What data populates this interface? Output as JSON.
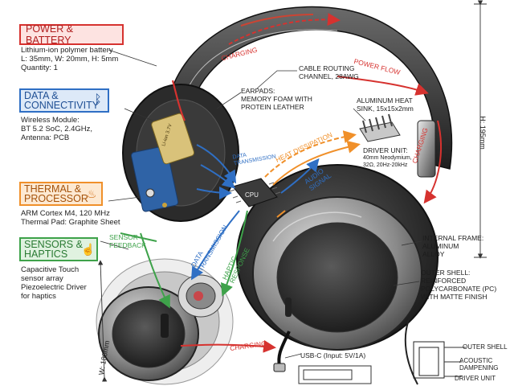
{
  "categories": {
    "power": {
      "title": "POWER & BATTERY",
      "lines": [
        "Lithium-ion polymer battery",
        "L: 35mm, W: 20mm, H: 5mm",
        "Quantity: 1"
      ],
      "color": "#d6322f"
    },
    "data": {
      "title_lines": [
        "DATA &",
        "CONNECTIVITY"
      ],
      "lines": [
        "Wireless Module:",
        "BT 5.2 SoC, 2.4GHz,",
        "Antenna: PCB"
      ],
      "color": "#2f6fc4"
    },
    "thermal": {
      "title_lines": [
        "THERMAL &",
        "PROCESSOR"
      ],
      "lines": [
        "ARM Cortex M4, 120 MHz",
        "Thermal Pad: Graphite Sheet"
      ],
      "color": "#f0902a"
    },
    "sensors": {
      "title_lines": [
        "SENSORS &",
        "HAPTICS"
      ],
      "lines": [
        "Capacitive Touch",
        "sensor array",
        "Piezoelectric Driver",
        "for haptics"
      ],
      "color": "#3ea24a"
    }
  },
  "callouts": {
    "cable_routing": [
      "CABLE ROUTING",
      "CHANNEL, 28AWG"
    ],
    "earpads": [
      "EARPADS:",
      "MEMORY FOAM WITH",
      "PROTEIN LEATHER"
    ],
    "heat_sink": [
      "ALUMINUM HEAT",
      "SINK, 15x15x2mm"
    ],
    "driver_unit": [
      "DRIVER UNIT:"
    ],
    "driver_specs": [
      "40mm Neodymium,",
      "32Ω, 20Hz-20kHz"
    ],
    "internal_frame": [
      "INTERNAL FRAME:",
      "ALUMINUM",
      "ALLOY"
    ],
    "outer_shell": [
      "OUTER SHELL:",
      "REINFORCED",
      "POLYCARBONATE (PC)",
      "WITH MATTE FINISH"
    ],
    "usb_c": "USB-C (Input: 5V/1A)",
    "layer_outer_shell": "OUTER SHELL",
    "layer_acoustic": [
      "ACOUSTIC",
      "DAMPENING"
    ],
    "layer_driver": "DRIVER UNIT"
  },
  "flow_labels": {
    "charging_top": "CHARGING",
    "power_flow": "POWER FLOW",
    "charging_right": "CHARGING",
    "charging_bottom": "CHARGING",
    "heat_dissipation": "HEAT DISSIPATION",
    "data_transmission_small": [
      "DATA",
      "TRANSMISSION"
    ],
    "audio_signal": [
      "AUDIO",
      "SIGNAL"
    ],
    "data_transmission": [
      "DATA",
      "TRANSMISSION"
    ],
    "haptic_response": [
      "HAPTIC",
      "RESPONSE"
    ],
    "sensor_feedback": [
      "SENSOR",
      "FEEDBACK"
    ]
  },
  "chips": {
    "cpu": "CPU",
    "battery_text": "Li-ion 3.7V"
  },
  "dimensions": {
    "height": "H: 195mm",
    "width": "W: 180mm"
  },
  "icons": {
    "power": "battery-icon",
    "data": "bluetooth-icon",
    "thermal": "heat-waves-icon",
    "sensors": "touch-hand-icon"
  }
}
